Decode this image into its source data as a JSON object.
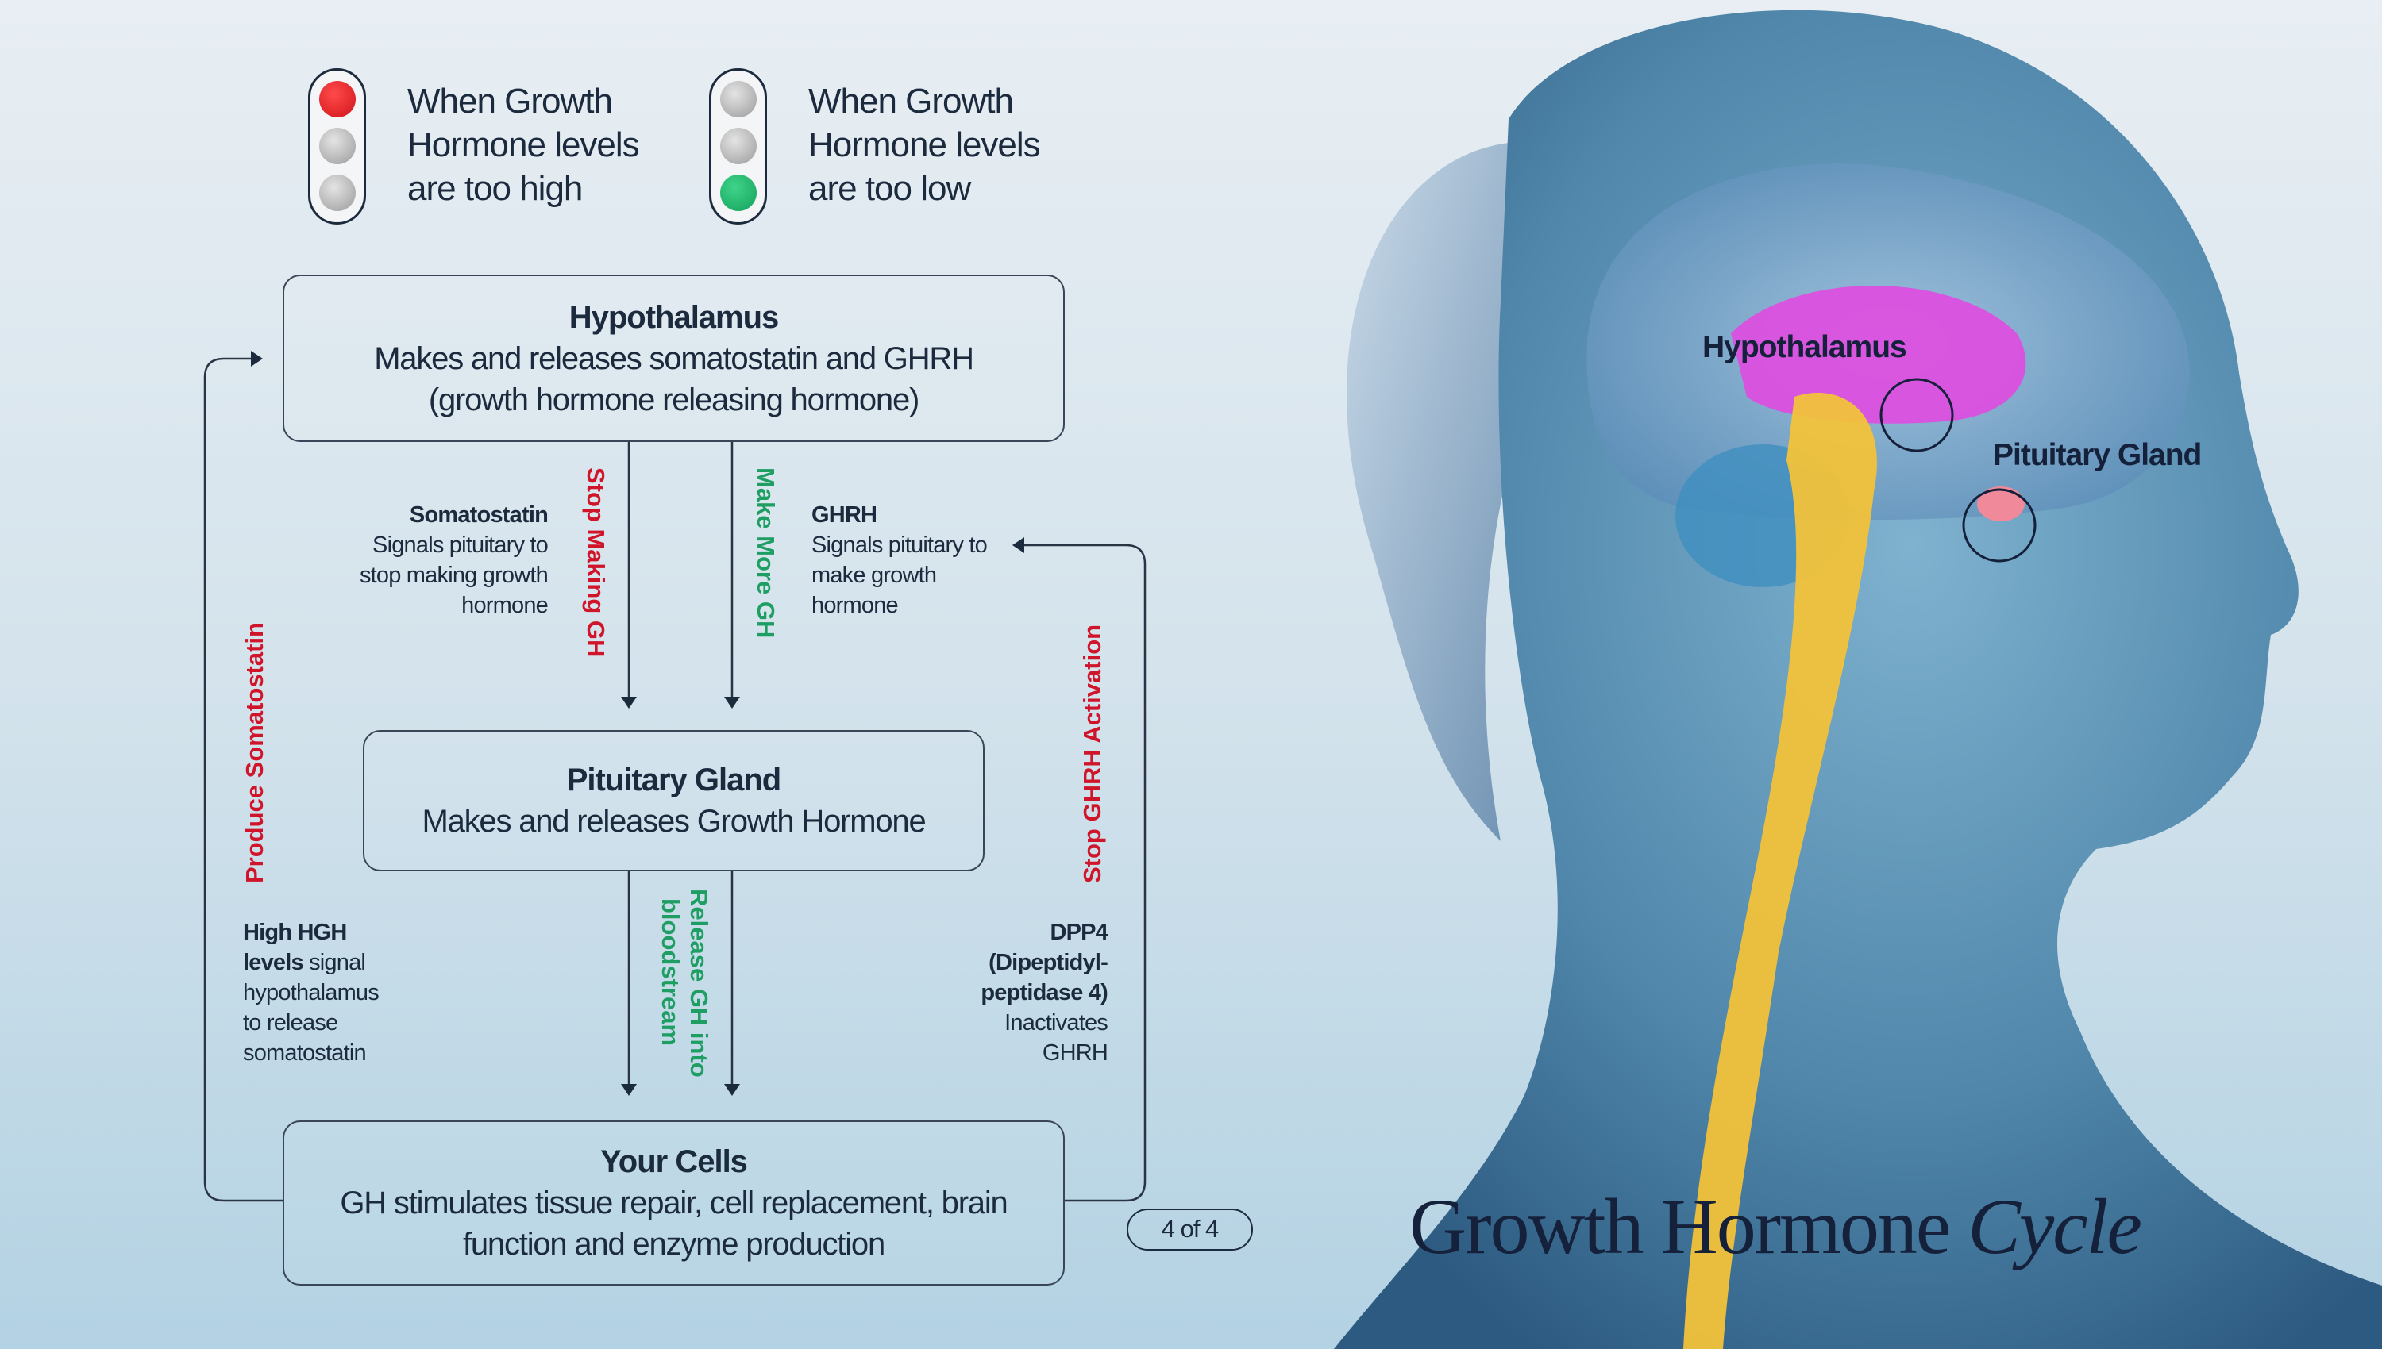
{
  "legend": [
    {
      "state": "red",
      "text": "When Growth Hormone levels are too high"
    },
    {
      "state": "green",
      "text": "When Growth Hormone levels are too low"
    }
  ],
  "colors": {
    "red": "#d0142a",
    "green": "#1f9e63",
    "text": "#1c2a3e"
  },
  "boxes": {
    "hypothalamus": {
      "title": "Hypothalamus",
      "body": "Makes and releases somatostatin and GHRH (growth hormone releasing hormone)"
    },
    "pituitary": {
      "title": "Pituitary Gland",
      "body": "Makes and releases Growth Hormone"
    },
    "cells": {
      "title": "Your Cells",
      "body": "GH stimulates tissue repair, cell replacement, brain function and enzyme production"
    }
  },
  "arrows": {
    "stop_making": "Stop Making GH",
    "make_more": "Make More GH",
    "release_1": "Release GH into",
    "release_2": "bloodstream",
    "produce_somatostatin": "Produce Somatostatin",
    "stop_ghrh": "Stop GHRH Activation"
  },
  "notes": {
    "somatostatin": {
      "title": "Somatostatin",
      "body": "Signals pituitary to stop making growth hormone"
    },
    "ghrh": {
      "title": "GHRH",
      "body": "Signals pituitary to make growth hormone"
    },
    "high_hgh": {
      "bold": "High HGH levels",
      "body": "signal hypothalamus to release somatostatin"
    },
    "dpp4": {
      "bold": "DPP4 (Dipeptidyl-peptidase 4)",
      "body": "Inactivates GHRH"
    }
  },
  "pagination": "4 of 4",
  "title": {
    "main": "Growth Hormone",
    "italic": "Cycle"
  },
  "illustration_labels": {
    "hypothalamus": "Hypothalamus",
    "pituitary": "Pituitary Gland"
  }
}
